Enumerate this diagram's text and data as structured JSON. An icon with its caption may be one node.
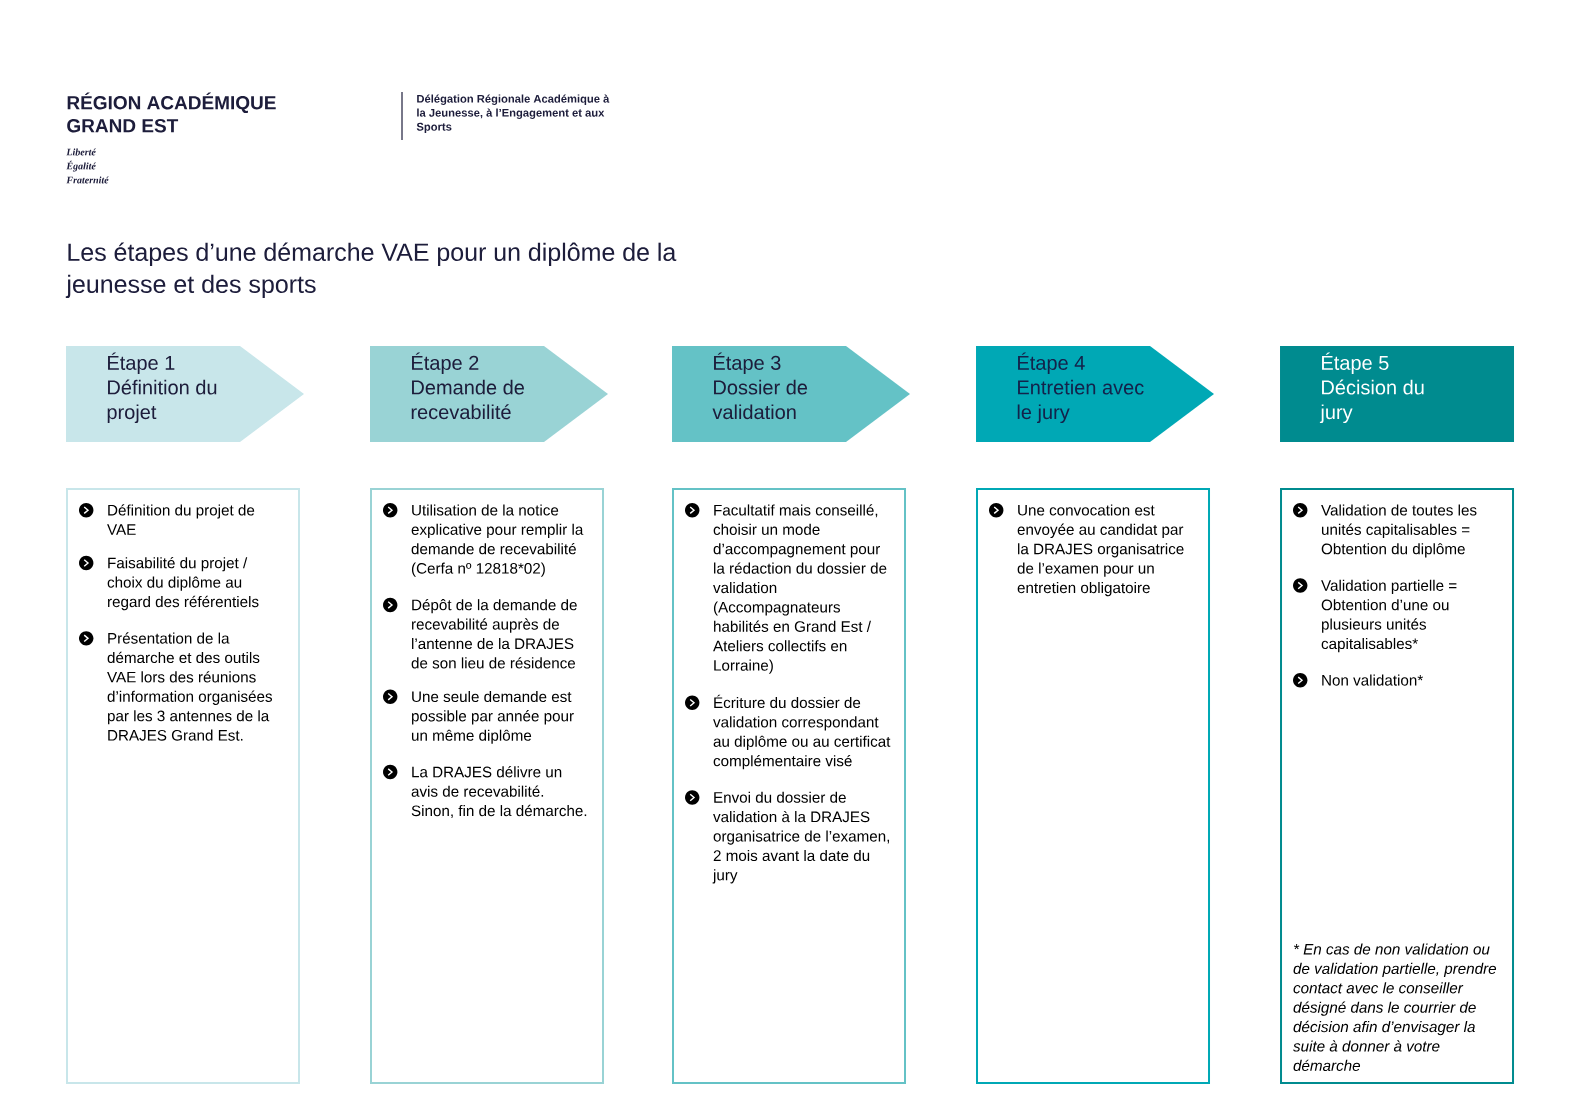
{
  "diagram": {
    "title": "Les étapes d’une démarche VAE pour un diplôme de la jeunesse et des sports",
    "nodes": [
      {
        "text": [
          "Étape 1",
          "Définition du projet"
        ]
      },
      {
        "text": [
          "Étape 2",
          "Demande de recevabilité"
        ]
      },
      {
        "text": [
          "Étape 3",
          "Dossier de validation"
        ]
      },
      {
        "text": [
          "Étape 4",
          "Entretien avec le jury"
        ]
      },
      {
        "text": [
          "Étape 5",
          "Décision du jury"
        ]
      },
      {
        "text": [
          "Définition du projet de VAE",
          "Faisabilité du projet / choix du diplôme au regard des référentiels",
          "Présentation de la démarche et des outils VAE lors des réunions d’information organisées par les 3 antennes de la DRAJES Grand Est."
        ]
      },
      {
        "text": [
          "Utilisation de la notice explicative pour remplir la demande de recevabilité (Cerfa nº 12818*02)",
          "Dépôt de la demande de recevabilité auprès de l’antenne de la DRAJES de son lieu de résidence",
          "Une seule demande est possible par année pour un même diplôme",
          "La DRAJES délivre un avis de recevabilité. Sinon, fin de la démarche."
        ]
      },
      {
        "text": [
          "Facultatif mais conseillé, choisir un mode d’accompagnement pour la rédaction du dossier de validation (Accompagnateurs habilités en Grand Est / Ateliers collectifs en Lorraine)",
          "Écriture du dossier de validation correspondant au diplôme ou au certificat complémentaire visé",
          "Envoi du dossier de validation à la DRAJES organisatrice de l’examen, 2 mois avant la date du jury"
        ]
      },
      {
        "text": [
          "Une convocation est envoyée au candidat par la DRAJES organisatrice de l’examen pour un entretien obligatoire"
        ]
      },
      {
        "text": [
          "Validation de toutes les unités capitalisables = Obtention du diplôme",
          "Validation partielle = Obtention d’une ou plusieurs unités capitalisables*",
          "Non validation*",
          "* En cas de non validation ou de validation partielle, prendre contact avec le conseiller désigné dans le courrier de décision afin d’envisager la suite à donner à votre démarche"
        ]
      }
    ],
    "labels": [
      "RÉGION ACADÉMIQUE GRAND EST",
      "Liberté Égalité Fraternité",
      "Délégation Régionale Académique à la Jeunesse, à l’Engagement et aux Sports"
    ]
  }
}
